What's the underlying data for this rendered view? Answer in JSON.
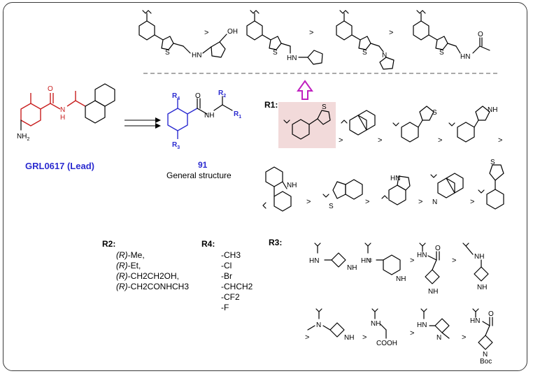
{
  "lead": {
    "label": "GRL0617 (Lead)",
    "amine": "NH",
    "amine_sub": "2",
    "amide_n": "N",
    "amide_h": "H",
    "carbonyl_o": "O"
  },
  "general": {
    "number": "91",
    "caption": "General structure",
    "r1": "R",
    "r1_sub": "1",
    "r2": "R",
    "r2_sub": "2",
    "r3": "R",
    "r3_sub": "3",
    "r4": "R",
    "r4_sub": "4"
  },
  "r1": {
    "title": "R1:",
    "order": [
      ">",
      ">",
      ">",
      ">",
      ">",
      ">",
      ">",
      ">"
    ],
    "atoms": {
      "thiophene_s": "S",
      "indole_nh": "NH",
      "carbazole_nh": "NH",
      "quinoline_n": "N",
      "benzothiophene_s": "S"
    }
  },
  "top_row": {
    "order": [
      ">",
      ">",
      ">"
    ],
    "atoms": {
      "oh": "OH",
      "hn": "HN",
      "n": "N",
      "o": "O",
      "s": "S"
    }
  },
  "r2": {
    "title": "R2:",
    "items": [
      {
        "prefix": "(R)",
        "rest": "-Me,"
      },
      {
        "prefix": "(R)",
        "rest": "-Et,"
      },
      {
        "prefix": "(R)",
        "rest": "-CH2CH2OH,"
      },
      {
        "prefix": "(R)",
        "rest": "-CH2CONHCH3"
      }
    ]
  },
  "r4": {
    "title": "R4:",
    "items": [
      "-CH3",
      "-Cl",
      "-Br",
      "-CHCH2",
      "-CF2",
      "-F"
    ]
  },
  "r3": {
    "title": "R3:",
    "order": [
      "=",
      ">",
      ">",
      ">",
      ">",
      ">"
    ],
    "atoms": {
      "hn": "HN",
      "nh": "NH",
      "n": "N",
      "o": "O",
      "cooh": "COOH",
      "boc": "Boc"
    }
  },
  "colors": {
    "lead": "#c81e1e",
    "general": "#2b2bd0",
    "highlight": "#f2dada",
    "arrow": "#c020c0"
  }
}
